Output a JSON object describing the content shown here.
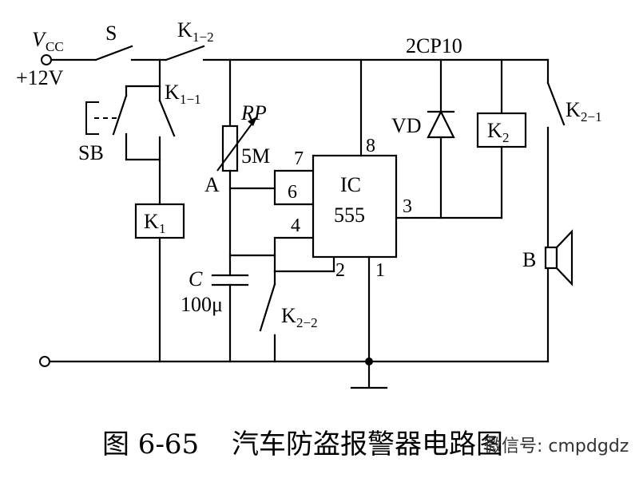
{
  "labels": {
    "vcc_v": "V",
    "vcc_sub": "CC",
    "vcc_value": "+12V",
    "s": "S",
    "k12_k": "K",
    "k12_sub": "1−2",
    "k11_k": "K",
    "k11_sub": "1−1",
    "sb": "SB",
    "rp": "RP",
    "rp_value": "5M",
    "node_a": "A",
    "k1": "K",
    "k1_sub": "1",
    "c": "C",
    "c_value": "100μ",
    "k22_k": "K",
    "k22_sub": "2−2",
    "ic_name": "IC",
    "ic_number": "555",
    "pin7": "7",
    "pin6": "6",
    "pin4": "4",
    "pin2": "2",
    "pin1": "1",
    "pin8": "8",
    "pin3": "3",
    "diode_part": "2CP10",
    "vd": "VD",
    "k2": "K",
    "k2_sub": "2",
    "k21_k": "K",
    "k21_sub": "2−1",
    "b": "B"
  },
  "caption": {
    "figure_no": "图 6-65",
    "title": "汽车防盗报警器电路图"
  },
  "watermark": "微信号: cmpdgdz"
}
